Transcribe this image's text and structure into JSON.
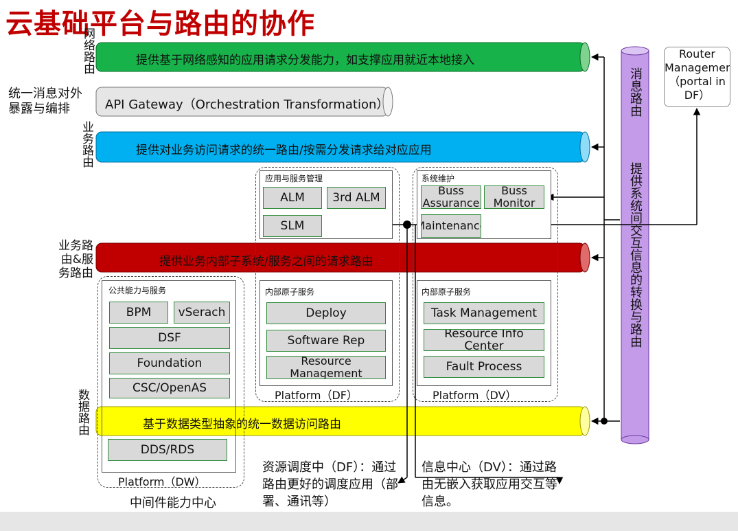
{
  "title": "云基础平台与路由的协作",
  "labels": {
    "network_routing": "网络路由",
    "unified_exposure": "统一消息对外暴露与编排",
    "business_routing": "业务路由",
    "biz_service_routing": "业务路由&服务路由",
    "data_routing": "数据路由",
    "message_routing": "消息路由",
    "message_desc": "提供系统间交互信息的转换与路由",
    "router_mgmt": "Router Management（portal in DF）"
  },
  "pipes": {
    "network": "提供基于网络感知的应用请求分发能力，如支撑应用就近本地接入",
    "api": "API Gateway（Orchestration Transformation）",
    "business": "提供对业务访问请求的统一路由/按需分发请求给对应应用",
    "service": "提供业务内部子系统/服务之间的请求路由",
    "data": "基于数据类型抽象的统一数据访问路由"
  },
  "df": {
    "mgmt_title": "应用与服务管理",
    "alm": "ALM",
    "alm3": "3rd ALM",
    "slm": "SLM",
    "atomic_title": "内部原子服务",
    "deploy": "Deploy",
    "software_rep": "Software Rep",
    "resource_mgmt": "Resource Management",
    "platform": "Platform（DF）"
  },
  "dv": {
    "maint_title": "系统维护",
    "buss_assurance": "Buss Assurance",
    "buss_monitor": "Buss Monitor",
    "maintenance": "Maintenance",
    "atomic_title": "内部原子服务",
    "task_mgmt": "Task Management",
    "resource_info": "Resource Info Center",
    "fault": "Fault Process",
    "platform": "Platform（DV）"
  },
  "dw": {
    "title": "公共能力与服务",
    "bpm": "BPM",
    "vserach": "vSerach",
    "dsf": "DSF",
    "foundation": "Foundation",
    "csc": "CSC/OpenAS",
    "dds": "DDS/RDS",
    "platform": "Platform（DW）"
  },
  "captions": {
    "dw": "中间件能力中心（DW）",
    "df": "资源调度中（DF）：通过路由更好的调度应用（部署、通讯等）",
    "dv": "信息中心（DV）：通过路由无嵌入获取应用交互等信息。"
  },
  "colors": {
    "title": "#c00000",
    "network_pipe": "#17b24a",
    "api_pipe": "#e6e6e6",
    "business_pipe": "#00b0f0",
    "service_pipe": "#c00000",
    "data_pipe": "#ffff00",
    "message_pipe": "#c39be8",
    "box_fill": "#d9d9d9",
    "box_border": "#2e8b3a"
  }
}
